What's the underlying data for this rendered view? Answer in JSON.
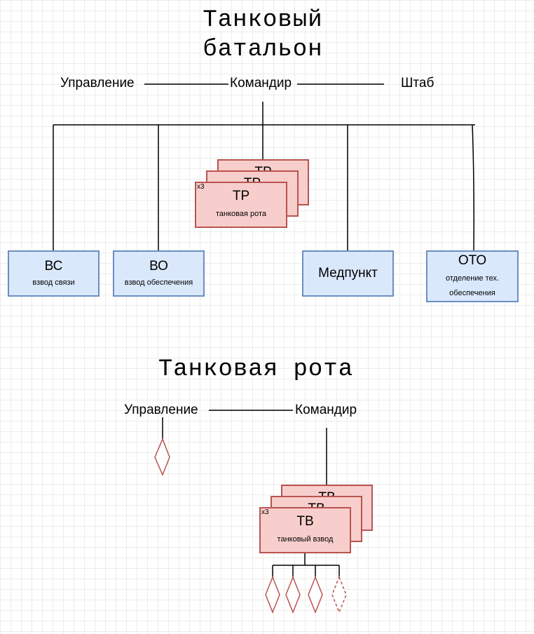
{
  "battalion": {
    "title_line1": "Танковый",
    "title_line2": "батальон",
    "control_label": "Управление",
    "commander_label": "Командир",
    "staff_label": "Штаб",
    "company_stack": {
      "multiplier": "x3",
      "back_label": "ТР",
      "label": "ТР",
      "sublabel": "танковая рота"
    },
    "units": [
      {
        "label": "ВС",
        "sublabel": "взвод связи"
      },
      {
        "label": "ВО",
        "sublabel": "взвод обеспечения"
      },
      {
        "label": "Медпункт",
        "sublabel": ""
      },
      {
        "label": "ОТО",
        "sublabel": "отделение тех. обеспечения"
      }
    ]
  },
  "company": {
    "title": "Танковая рота",
    "control_label": "Управление",
    "commander_label": "Командир",
    "platoon_stack": {
      "multiplier": "x3",
      "back_label": "ТВ",
      "label": "ТВ",
      "sublabel": "танковый взвод"
    }
  },
  "colors": {
    "blue_fill": "#dae8fc",
    "blue_stroke": "#6c8ebf",
    "red_fill": "#f8cecc",
    "red_stroke": "#b85450"
  }
}
